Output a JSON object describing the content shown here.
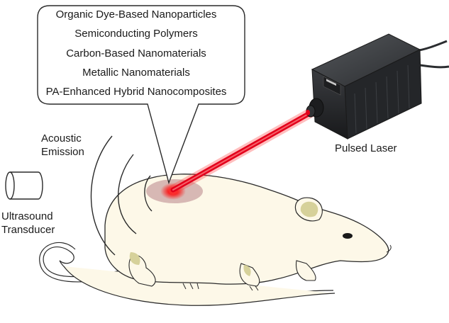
{
  "callout": {
    "items": [
      "Organic Dye-Based Nanoparticles",
      "Semiconducting Polymers",
      "Carbon-Based Nanomaterials",
      "Metallic Nanomaterials",
      "PA-Enhanced Hybrid Nanocomposites"
    ]
  },
  "labels": {
    "acoustic_line1": "Acoustic",
    "acoustic_line2": "Emission",
    "ultrasound_line1": "Ultrasound",
    "ultrasound_line2": "Transducer",
    "laser": "Pulsed Laser"
  },
  "colors": {
    "laser_beam": "#e3001b",
    "mouse_body": "#fdf8e8",
    "mouse_ear": "#d6d19a",
    "laser_housing": "#2b2d30",
    "outline": "#2a2a2a"
  }
}
